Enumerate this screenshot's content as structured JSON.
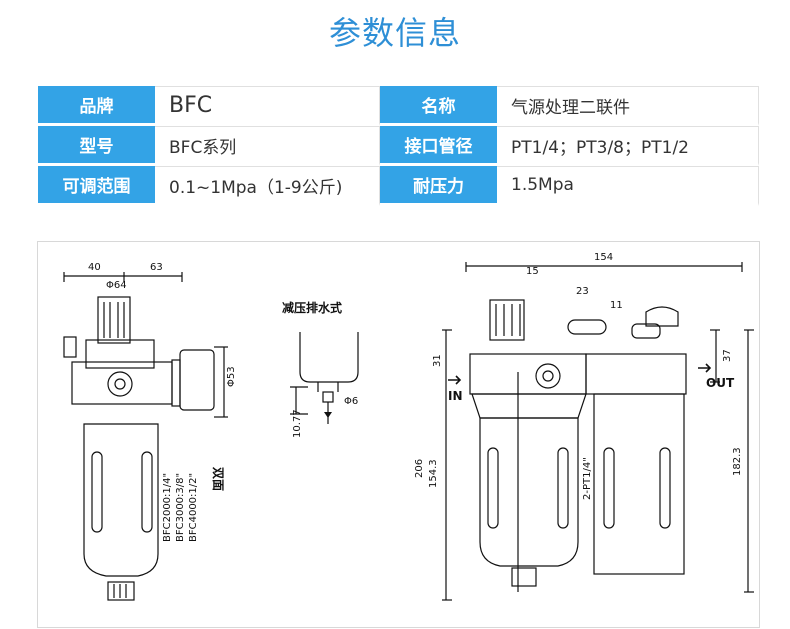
{
  "title": "参数信息",
  "specs": {
    "brand_label": "品牌",
    "brand_value": "BFC",
    "name_label": "名称",
    "name_value": "气源处理二联件",
    "model_label": "型号",
    "model_value": "BFC系列",
    "port_label": "接口管径",
    "port_value": "PT1/4；PT3/8；PT1/2",
    "range_label": "可调范围",
    "range_value": "0.1~1Mpa（1-9公斤)",
    "pressure_label": "耐压力",
    "pressure_value": "1.5Mpa"
  },
  "drawing": {
    "left_dims": {
      "d1": "40",
      "d2": "63",
      "phi64": "Φ64",
      "phi53": "Φ53"
    },
    "models": [
      "BFC2000:1/4\"",
      "BFC3000:3/8\"",
      "BFC4000:1/2\""
    ],
    "double_face": "双面",
    "drain": {
      "title": "减压排水式",
      "phi6": "Φ6",
      "h": "10.77"
    },
    "right_dims": {
      "w154": "154",
      "d15": "15",
      "d23": "23",
      "d11": "11",
      "d31": "31",
      "d37": "37",
      "h206": "206",
      "h154": "154.3",
      "h182": "182.3",
      "port": "2-PT1/4\""
    },
    "in_label": "IN",
    "out_label": "OUT"
  }
}
